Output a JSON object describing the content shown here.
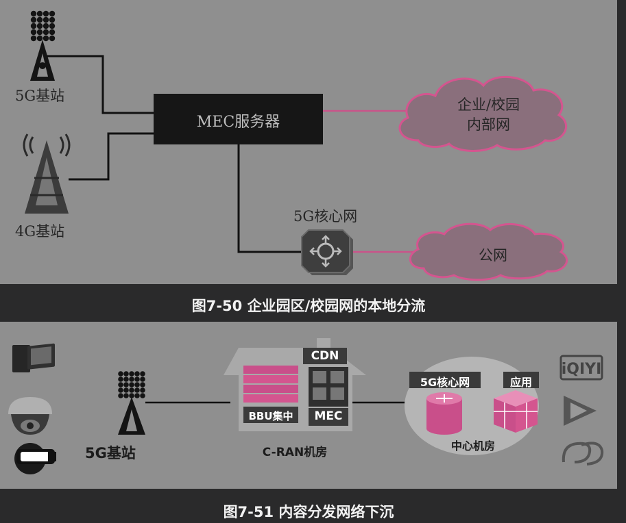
{
  "figure1": {
    "caption": "图7-50 企业园区/校园网的本地分流",
    "bs5g_label": "5G基站",
    "bs4g_label": "4G基站",
    "mec_server_label": "MEC服务器",
    "enterprise_cloud_line1": "企业/校园",
    "enterprise_cloud_line2": "内部网",
    "core_label": "5G核心网",
    "public_cloud_label": "公网"
  },
  "figure2": {
    "caption": "图7-51 内容分发网络下沉",
    "bs5g_label": "5G基站",
    "cdn_label": "CDN",
    "bbu_label": "BBU集中",
    "mec_label": "MEC",
    "cran_label": "C-RAN机房",
    "core_label": "5G核心网",
    "app_label": "应用",
    "center_label": "中心机房",
    "iqiyi_logo": "iQIYI"
  },
  "colors": {
    "background": "#2a2a2b",
    "panel": "#8f8f8f",
    "magenta": "#d4558f",
    "cloud": "#8a6f7c",
    "server_box": "#161616"
  }
}
